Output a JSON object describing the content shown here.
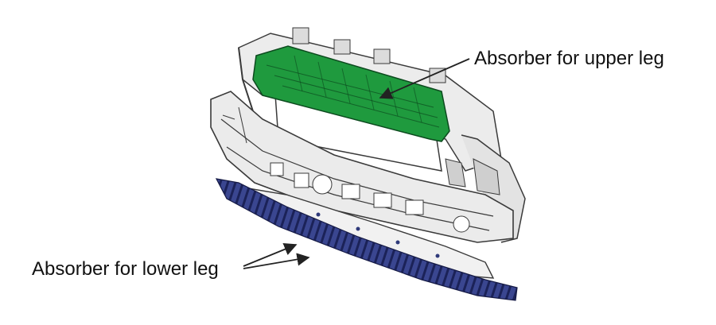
{
  "labels": {
    "upper": "Absorber for upper leg",
    "lower": "Absorber for lower leg"
  },
  "colors": {
    "upper_absorber": "#1f9a3e",
    "lower_absorber": "#2f3a7a",
    "frame": "#e9e9e9",
    "outline": "#3a3a3a"
  },
  "parts": [
    "front-end-carrier-frame",
    "bumper-beam",
    "upper-leg-absorber",
    "lower-leg-absorber"
  ]
}
